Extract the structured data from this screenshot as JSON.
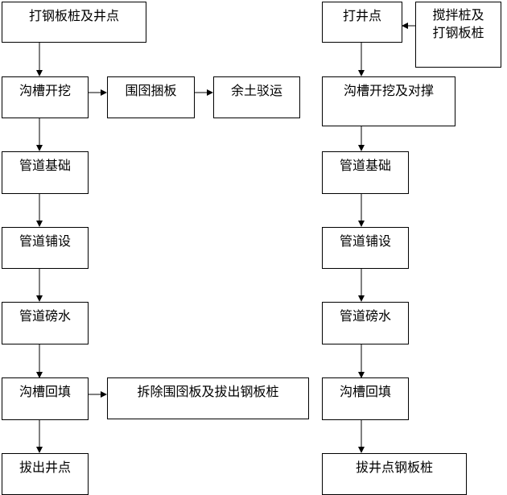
{
  "left_flow": {
    "start": "打钢板桩及井点",
    "excavate": "沟槽开挖",
    "shoring": "围囹捆板",
    "soil_transport": "余土驳运",
    "foundation": "管道基础",
    "laying": "管道铺设",
    "water_test": "管道磅水",
    "backfill": "沟槽回填",
    "remove": "拆除围囹板及拔出钢板桩",
    "pull_wellpoints": "拔出井点"
  },
  "right_flow": {
    "wellpoints": "打井点",
    "mixing_piles": "搅拌桩及打钢板桩",
    "excavate": "沟槽开挖及对撑",
    "foundation": "管道基础",
    "laying": "管道铺设",
    "water_test": "管道磅水",
    "backfill": "沟槽回填",
    "pull": "拔井点钢板桩"
  }
}
